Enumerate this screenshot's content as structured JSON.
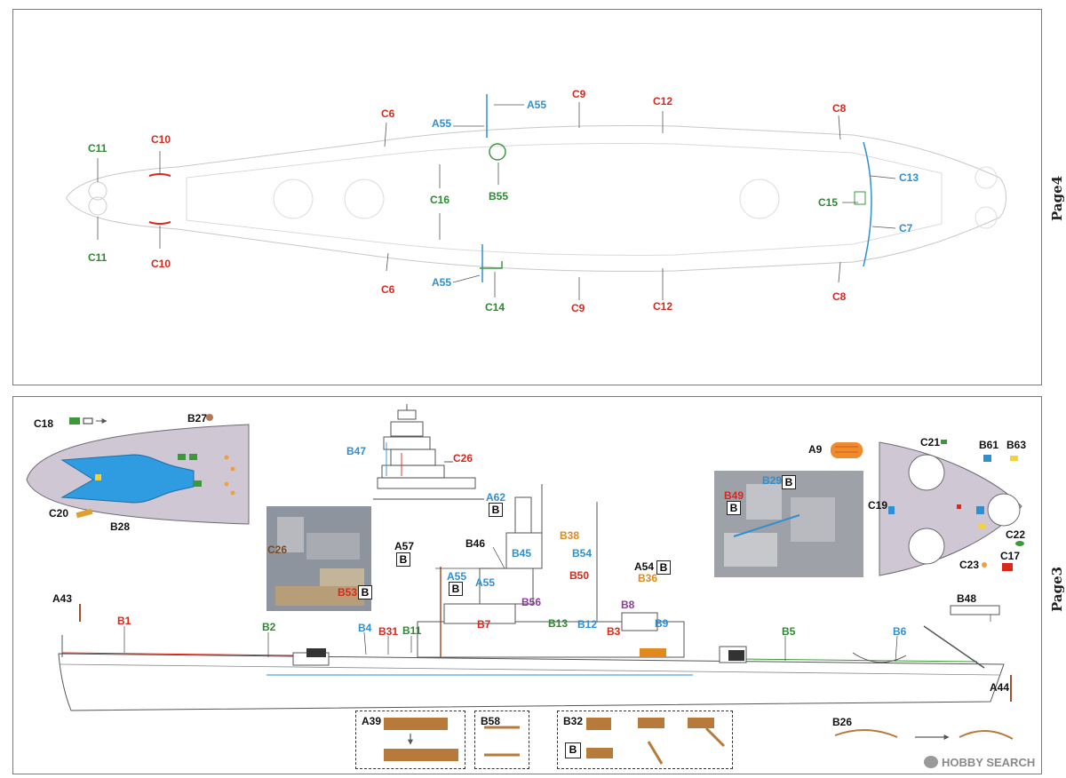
{
  "pages": {
    "top": "Page4",
    "bottom": "Page3"
  },
  "top_labels": {
    "c11_top": "C11",
    "c10_top": "C10",
    "c6_top": "C6",
    "a55_left": "A55",
    "a55_right": "A55",
    "c9_top": "C9",
    "c12_top": "C12",
    "c8_top": "C8",
    "c16": "C16",
    "b55": "B55",
    "c13": "C13",
    "c15": "C15",
    "c7": "C7",
    "c11_bot": "C11",
    "c10_bot": "C10",
    "c6_bot": "C6",
    "a55_bot": "A55",
    "c14": "C14",
    "c9_bot": "C9",
    "c12_bot": "C12",
    "c8_bot": "C8"
  },
  "bottom_labels": {
    "c18": "C18",
    "b27": "B27",
    "c20": "C20",
    "b28": "B28",
    "b47": "B47",
    "c26": "C26",
    "a62": "A62",
    "b_box1": "B",
    "c26_photo": "C26",
    "b53": "B53",
    "b_box2": "B",
    "a57": "A57",
    "b_box3": "B",
    "b46": "B46",
    "b38": "B38",
    "b45": "B45",
    "b54": "B54",
    "b50": "B50",
    "a55": "A55",
    "b_box4": "B",
    "a55b": "A55",
    "a9": "A9",
    "b29": "B29",
    "b_box5": "B",
    "b49": "B49",
    "b_box6": "B",
    "c21": "C21",
    "b61": "B61",
    "b63": "B63",
    "c19": "C19",
    "c22": "C22",
    "c23": "C23",
    "c17": "C17",
    "a54": "A54",
    "b_box7": "B",
    "b36": "B36",
    "b8": "B8",
    "b9": "B9",
    "a43": "A43",
    "b1": "B1",
    "b2": "B2",
    "b4": "B4",
    "b31": "B31",
    "b11": "B11",
    "b56": "B56",
    "b7": "B7",
    "b13": "B13",
    "b12": "B12",
    "b3": "B3",
    "b5": "B5",
    "b6": "B6",
    "b48": "B48",
    "a44": "A44",
    "b26": "B26",
    "a39": "A39",
    "b58": "B58",
    "b32": "B32",
    "b_box8": "B"
  },
  "watermark": "HOBBY SEARCH"
}
